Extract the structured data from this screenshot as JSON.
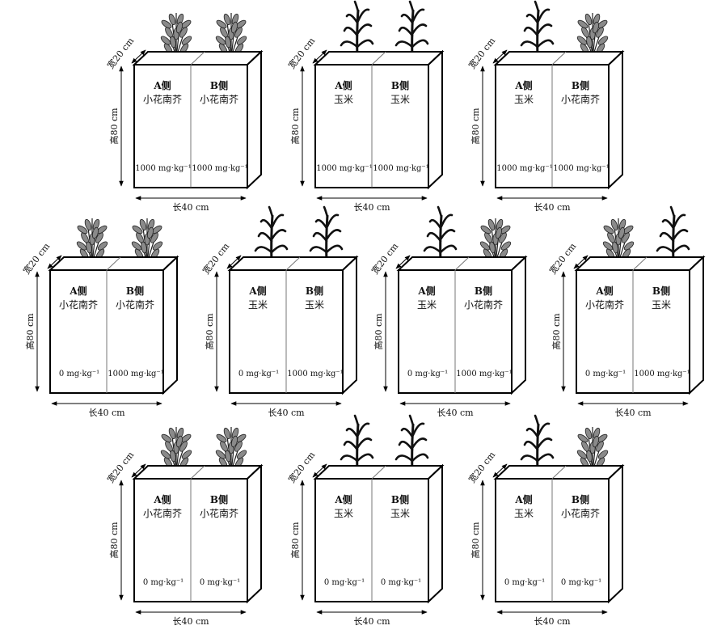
{
  "labels": {
    "side_a": "A侧",
    "side_b": "B侧",
    "width": "宽20 cm",
    "height": "高80 cm",
    "length": "长40 cm"
  },
  "plants": {
    "mustard": "小花南芥",
    "maize": "玉米"
  },
  "boxes": [
    {
      "a_plant": "小花南芥",
      "b_plant": "小花南芥",
      "a_conc": "1000 mg·kg⁻¹",
      "b_conc": "1000 mg·kg⁻¹",
      "a_type": "mustard",
      "b_type": "mustard"
    },
    {
      "a_plant": "玉米",
      "b_plant": "玉米",
      "a_conc": "1000 mg·kg⁻¹",
      "b_conc": "1000 mg·kg⁻¹",
      "a_type": "maize",
      "b_type": "maize"
    },
    {
      "a_plant": "玉米",
      "b_plant": "小花南芥",
      "a_conc": "1000 mg·kg⁻¹",
      "b_conc": "1000 mg·kg⁻¹",
      "a_type": "maize",
      "b_type": "mustard"
    },
    {
      "a_plant": "小花南芥",
      "b_plant": "小花南芥",
      "a_conc": "0 mg·kg⁻¹",
      "b_conc": "1000 mg·kg⁻¹",
      "a_type": "mustard",
      "b_type": "mustard"
    },
    {
      "a_plant": "玉米",
      "b_plant": "玉米",
      "a_conc": "0 mg·kg⁻¹",
      "b_conc": "1000 mg·kg⁻¹",
      "a_type": "maize",
      "b_type": "maize"
    },
    {
      "a_plant": "玉米",
      "b_plant": "小花南芥",
      "a_conc": "0 mg·kg⁻¹",
      "b_conc": "1000 mg·kg⁻¹",
      "a_type": "maize",
      "b_type": "mustard"
    },
    {
      "a_plant": "小花南芥",
      "b_plant": "玉米",
      "a_conc": "0 mg·kg⁻¹",
      "b_conc": "1000 mg·kg⁻¹",
      "a_type": "mustard",
      "b_type": "maize"
    },
    {
      "a_plant": "小花南芥",
      "b_plant": "小花南芥",
      "a_conc": "0 mg·kg⁻¹",
      "b_conc": "0 mg·kg⁻¹",
      "a_type": "mustard",
      "b_type": "mustard"
    },
    {
      "a_plant": "玉米",
      "b_plant": "玉米",
      "a_conc": "0 mg·kg⁻¹",
      "b_conc": "0 mg·kg⁻¹",
      "a_type": "maize",
      "b_type": "maize"
    },
    {
      "a_plant": "玉米",
      "b_plant": "小花南芥",
      "a_conc": "0 mg·kg⁻¹",
      "b_conc": "0 mg·kg⁻¹",
      "a_type": "maize",
      "b_type": "mustard"
    }
  ]
}
